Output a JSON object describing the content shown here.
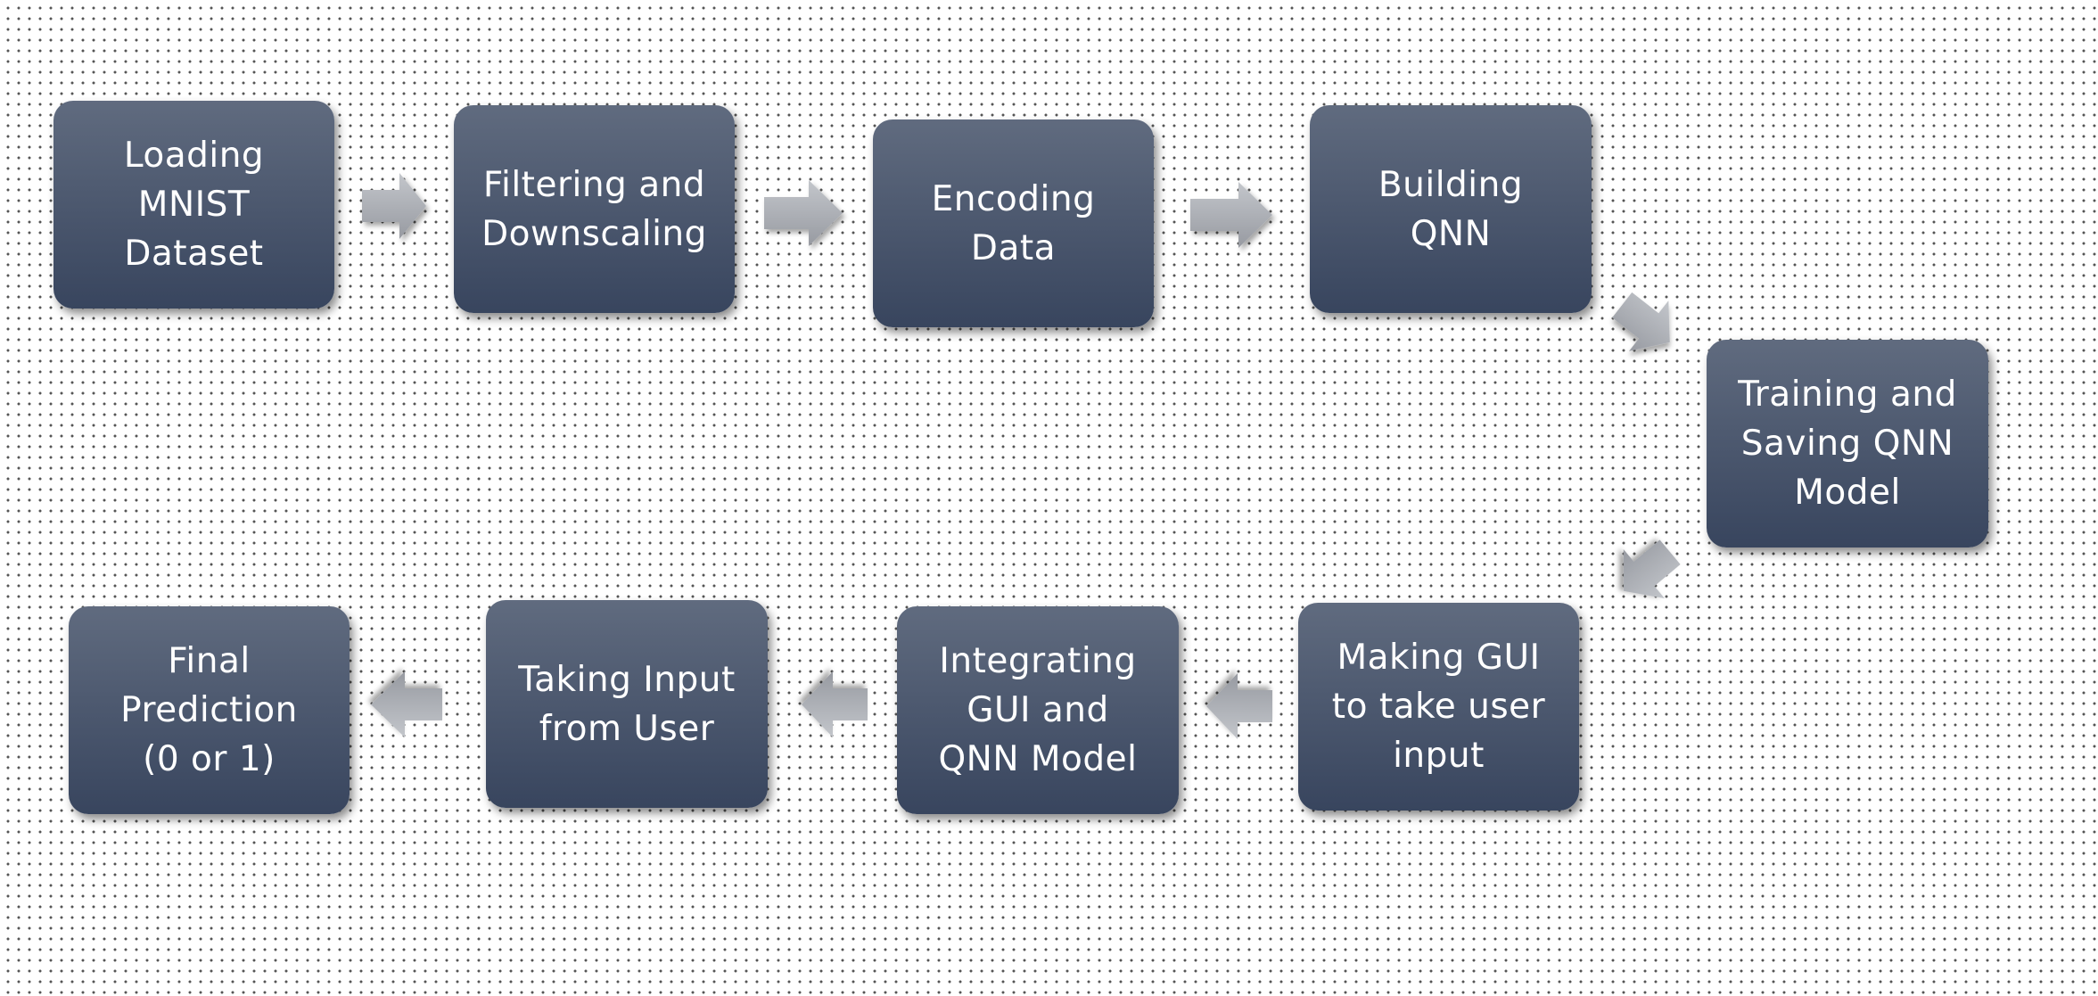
{
  "diagram": {
    "steps": [
      {
        "id": "loading-mnist-dataset",
        "label": "Loading\nMNIST\nDataset"
      },
      {
        "id": "filtering-downscaling",
        "label": "Filtering and\nDownscaling"
      },
      {
        "id": "encoding-data",
        "label": "Encoding\nData"
      },
      {
        "id": "building-qnn",
        "label": "Building\nQNN"
      },
      {
        "id": "training-saving-qnn-model",
        "label": "Training and\nSaving QNN\nModel"
      },
      {
        "id": "making-gui",
        "label": "Making GUI\nto take user\ninput"
      },
      {
        "id": "integrating-gui-qnn",
        "label": "Integrating\nGUI and\nQNN Model"
      },
      {
        "id": "taking-input-from-user",
        "label": "Taking Input\nfrom User"
      },
      {
        "id": "final-prediction",
        "label": "Final\nPrediction\n(0 or 1)"
      }
    ],
    "colors": {
      "box_top": "#606b7f",
      "box_bottom": "#38455e",
      "box_text": "#ffffff",
      "arrow_fill": "#aaadb3",
      "background_dots": "#555555"
    }
  }
}
